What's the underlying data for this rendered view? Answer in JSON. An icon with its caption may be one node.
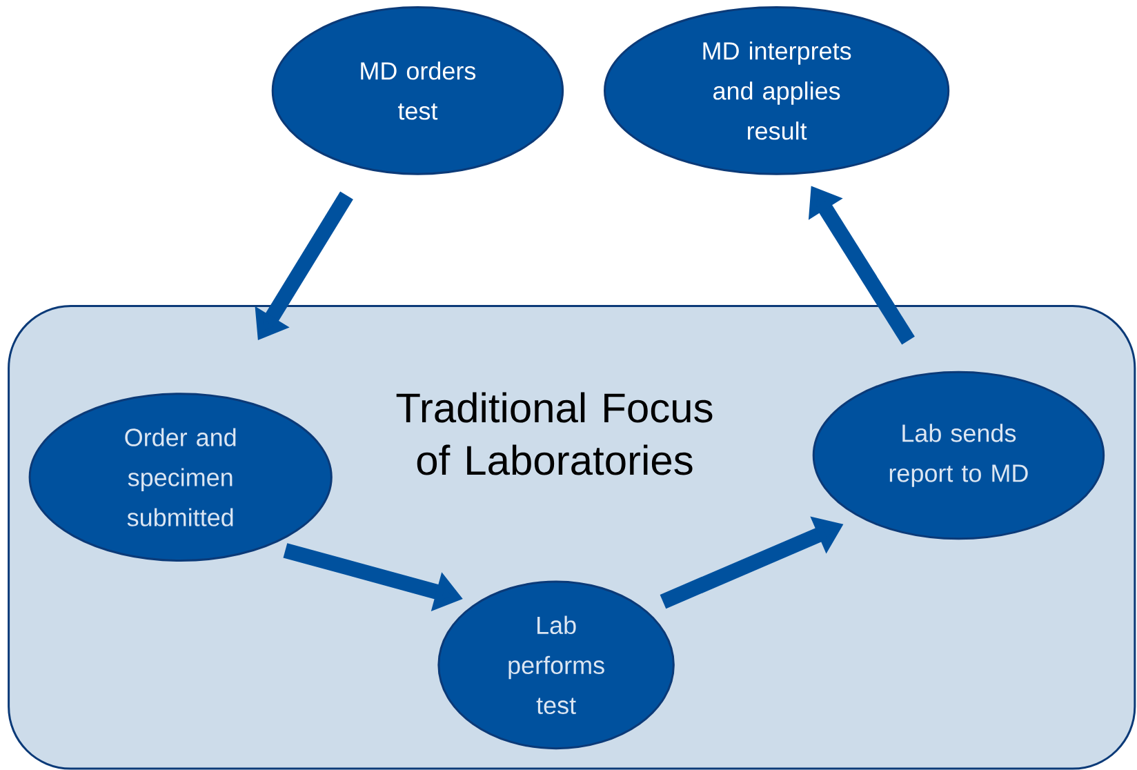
{
  "diagram": {
    "nodes": [
      {
        "text": [
          "MD orders test"
        ]
      },
      {
        "text": [
          "MD interprets and applies result"
        ]
      },
      {
        "text": [
          "Traditional Focus of Laboratories"
        ]
      },
      {
        "text": [
          "Order and specimen submitted"
        ],
        "in": 2
      },
      {
        "text": [
          "Lab performs test"
        ],
        "in": 2
      },
      {
        "text": [
          "Lab sends report to MD"
        ],
        "in": 2
      }
    ],
    "edges": [
      {
        "from": 0,
        "to": 3,
        "arrow": "to"
      },
      {
        "from": 3,
        "to": 4,
        "arrow": "to"
      },
      {
        "from": 4,
        "to": 5,
        "arrow": "to"
      },
      {
        "from": 5,
        "to": 1,
        "arrow": "to"
      }
    ]
  }
}
